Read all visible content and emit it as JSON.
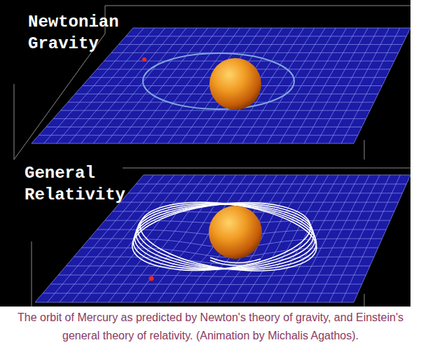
{
  "diagram": {
    "caption": "The orbit of Mercury as predicted by Newton's theory of gravity, and Einstein's general theory of relativity. (Animation by Michalis Agathos).",
    "nodes": [
      {
        "text": [
          "Newtonian Gravity"
        ]
      },
      {
        "text": [
          "General Relativity"
        ]
      }
    ]
  }
}
